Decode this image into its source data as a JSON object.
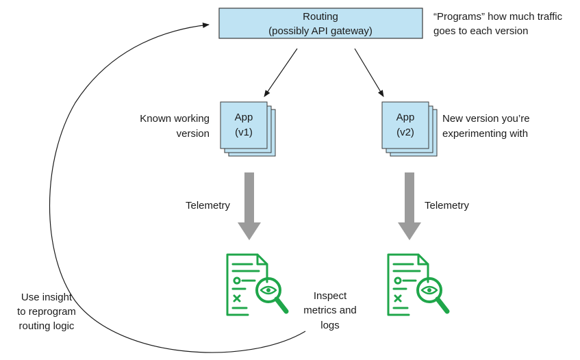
{
  "routing": {
    "title": "Routing",
    "subtitle": "(possibly API gateway)",
    "note_line1": "“Programs” how much traffic",
    "note_line2": "goes to each version"
  },
  "app_v1": {
    "line1": "App",
    "line2": "(v1)",
    "caption_line1": "Known working",
    "caption_line2": "version"
  },
  "app_v2": {
    "line1": "App",
    "line2": "(v2)",
    "caption_line1": "New version you’re",
    "caption_line2": "experimenting with"
  },
  "telemetry_left": "Telemetry",
  "telemetry_right": "Telemetry",
  "inspect": {
    "line1": "Inspect",
    "line2": "metrics and",
    "line3": "logs"
  },
  "feedback": {
    "line1": "Use insight",
    "line2": "to reprogram",
    "line3": "routing logic"
  },
  "colors": {
    "box_fill": "#bfe3f3",
    "box_stroke": "#3a3a3a",
    "telemetry_arrow": "#9b9b9b",
    "report_green": "#1fa64a",
    "line": "#1a1a1a"
  }
}
